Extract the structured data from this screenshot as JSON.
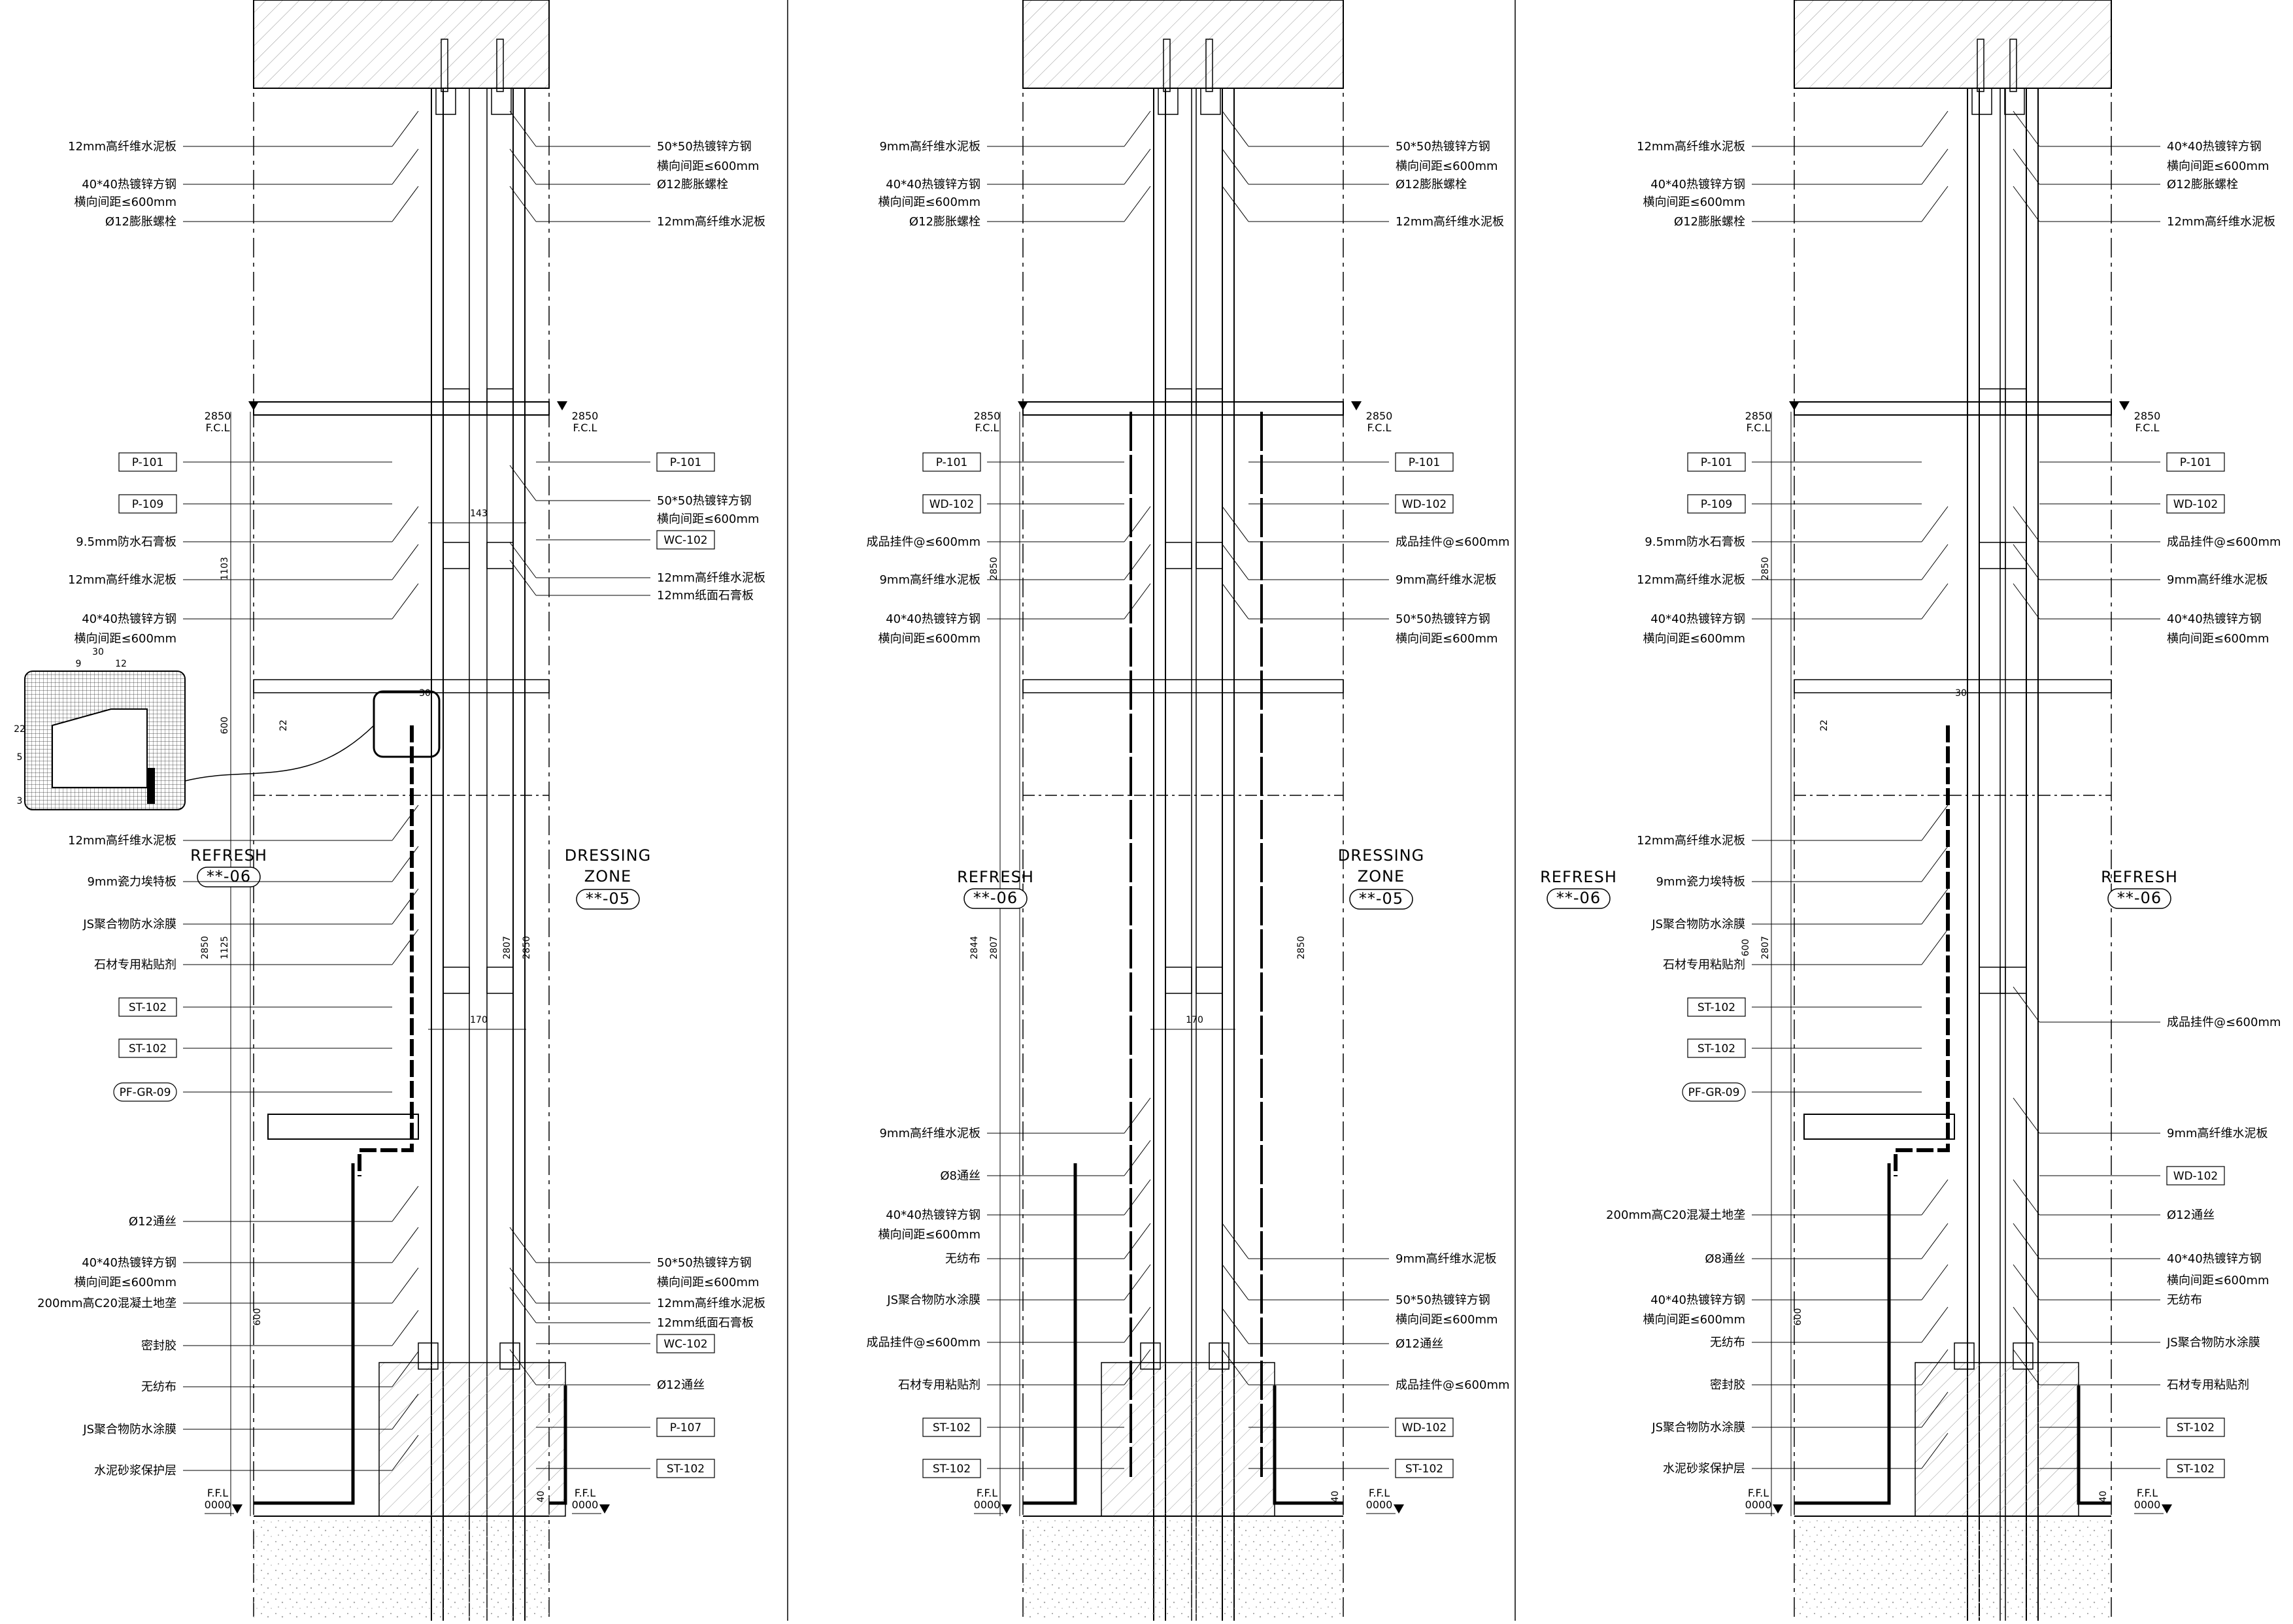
{
  "sections": [
    {
      "id": "s1",
      "left_labels": [
        "12mm高纤维水泥板",
        "40*40热镀锌方钢",
        "横向间距≤600mm",
        "Ø12膨胀螺栓",
        "P-101",
        "P-109",
        "9.5mm防水石膏板",
        "12mm高纤维水泥板",
        "40*40热镀锌方钢",
        "横向间距≤600mm",
        "12mm高纤维水泥板",
        "9mm瓷力埃特板",
        "JS聚合物防水涂膜",
        "石材专用粘贴剂",
        "ST-102",
        "ST-102",
        "PF-GR-09",
        "Ø12通丝",
        "40*40热镀锌方钢",
        "横向间距≤600mm",
        "200mm高C20混凝土地垄",
        "密封胶",
        "无纺布",
        "JS聚合物防水涂膜",
        "水泥砂浆保护层"
      ],
      "right_labels": [
        "50*50热镀锌方钢",
        "横向间距≤600mm",
        "Ø12膨胀螺栓",
        "12mm高纤维水泥板",
        "P-101",
        "50*50热镀锌方钢",
        "横向间距≤600mm",
        "WC-102",
        "12mm高纤维水泥板",
        "12mm纸面石膏板",
        "50*50热镀锌方钢",
        "横向间距≤600mm",
        "12mm高纤维水泥板",
        "12mm纸面石膏板",
        "WC-102",
        "Ø12通丝",
        "P-107",
        "ST-102"
      ],
      "zones": [
        {
          "name": "REFRESH",
          "code": "**-06"
        },
        {
          "name": "DRESSING",
          "name2": "ZONE",
          "code": "**-05"
        }
      ],
      "levels": {
        "fcl_value": "2850",
        "fcl_label": "F.C.L",
        "ffl_label": "F.F.L",
        "ffl_value": "0000"
      },
      "dims": [
        "143",
        "170",
        "1103",
        "1125",
        "2850",
        "2807",
        "2850",
        "22",
        "600",
        "40",
        "30",
        "30",
        "9",
        "12",
        "22",
        "5",
        "3"
      ]
    },
    {
      "id": "s2",
      "left_labels": [
        "9mm高纤维水泥板",
        "40*40热镀锌方钢",
        "横向间距≤600mm",
        "Ø12膨胀螺栓",
        "P-101",
        "WD-102",
        "成品挂件@≤600mm",
        "9mm高纤维水泥板",
        "40*40热镀锌方钢",
        "横向间距≤600mm",
        "9mm高纤维水泥板",
        "Ø8通丝",
        "40*40热镀锌方钢",
        "横向间距≤600mm",
        "无纺布",
        "JS聚合物防水涂膜",
        "成品挂件@≤600mm",
        "石材专用粘贴剂",
        "ST-102",
        "ST-102"
      ],
      "right_labels": [
        "50*50热镀锌方钢",
        "横向间距≤600mm",
        "Ø12膨胀螺栓",
        "12mm高纤维水泥板",
        "P-101",
        "WD-102",
        "成品挂件@≤600mm",
        "9mm高纤维水泥板",
        "50*50热镀锌方钢",
        "横向间距≤600mm",
        "9mm高纤维水泥板",
        "50*50热镀锌方钢",
        "横向间距≤600mm",
        "Ø12通丝",
        "成品挂件@≤600mm",
        "WD-102",
        "ST-102"
      ],
      "zones": [
        {
          "name": "REFRESH",
          "code": "**-06"
        },
        {
          "name": "DRESSING",
          "name2": "ZONE",
          "code": "**-05"
        }
      ],
      "levels": {
        "fcl_value": "2850",
        "fcl_label": "F.C.L",
        "ffl_label": "F.F.L",
        "ffl_value": "0000"
      },
      "dims": [
        "170",
        "2850",
        "2807",
        "2844",
        "2850",
        "40"
      ]
    },
    {
      "id": "s3",
      "left_labels": [
        "12mm高纤维水泥板",
        "40*40热镀锌方钢",
        "横向间距≤600mm",
        "Ø12膨胀螺栓",
        "P-101",
        "P-109",
        "9.5mm防水石膏板",
        "12mm高纤维水泥板",
        "40*40热镀锌方钢",
        "横向间距≤600mm",
        "12mm高纤维水泥板",
        "9mm瓷力埃特板",
        "JS聚合物防水涂膜",
        "石材专用粘贴剂",
        "ST-102",
        "ST-102",
        "PF-GR-09",
        "200mm高C20混凝土地垄",
        "Ø8通丝",
        "40*40热镀锌方钢",
        "横向间距≤600mm",
        "无纺布",
        "密封胶",
        "JS聚合物防水涂膜",
        "水泥砂浆保护层"
      ],
      "right_labels": [
        "40*40热镀锌方钢",
        "横向间距≤600mm",
        "Ø12膨胀螺栓",
        "12mm高纤维水泥板",
        "P-101",
        "WD-102",
        "成品挂件@≤600mm",
        "9mm高纤维水泥板",
        "40*40热镀锌方钢",
        "横向间距≤600mm",
        "成品挂件@≤600mm",
        "9mm高纤维水泥板",
        "WD-102",
        "Ø12通丝",
        "40*40热镀锌方钢",
        "横向间距≤600mm",
        "无纺布",
        "JS聚合物防水涂膜",
        "石材专用粘贴剂",
        "ST-102",
        "ST-102"
      ],
      "zones": [
        {
          "name": "REFRESH",
          "code": "**-06"
        },
        {
          "name": "REFRESH",
          "code": "**-06"
        }
      ],
      "levels": {
        "fcl_value": "2850",
        "fcl_label": "F.C.L",
        "ffl_label": "F.F.L",
        "ffl_value": "0000"
      },
      "dims": [
        "30",
        "22",
        "2850",
        "2807",
        "600",
        "40"
      ]
    }
  ]
}
